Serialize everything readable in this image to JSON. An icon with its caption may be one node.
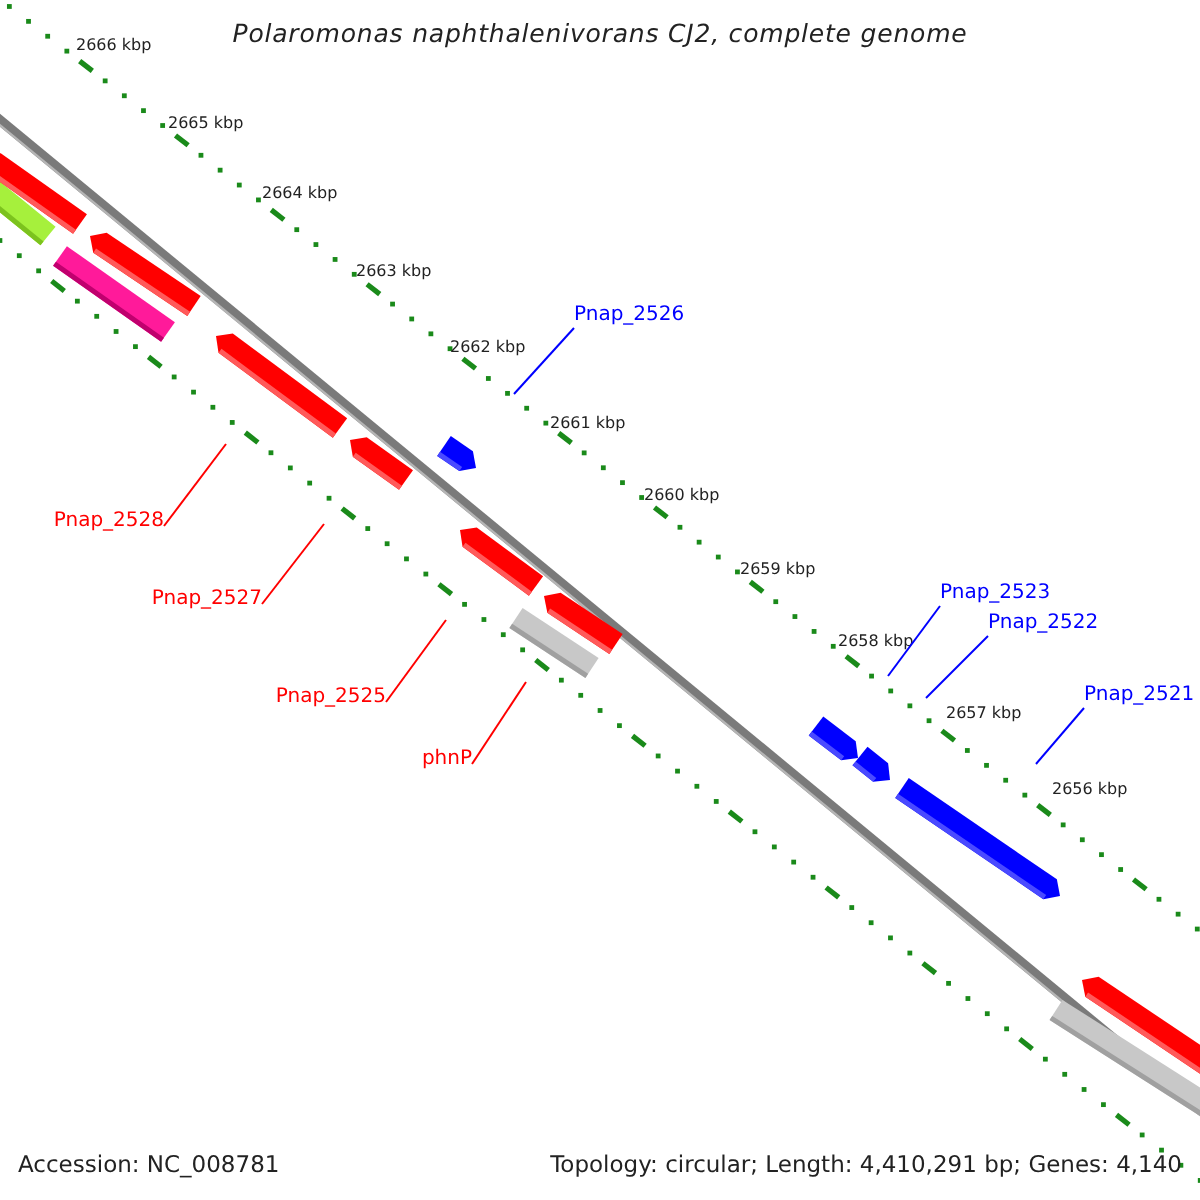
{
  "diagram": {
    "title": "Polaromonas naphthalenivorans CJ2, complete genome",
    "nodes": [
      {
        "text": [
          "Pnap_2526"
        ]
      },
      {
        "text": [
          "Pnap_2528"
        ]
      },
      {
        "text": [
          "Pnap_2523"
        ]
      },
      {
        "text": [
          "Pnap_2527"
        ]
      },
      {
        "text": [
          "Pnap_2522"
        ]
      },
      {
        "text": [
          "Pnap_2521"
        ]
      },
      {
        "text": [
          "Pnap_2525"
        ]
      },
      {
        "text": [
          "phnP"
        ]
      }
    ],
    "edges": [
      {
        "from": 0,
        "to": null,
        "arrow": "none",
        "color": "#0000ff"
      },
      {
        "from": 1,
        "to": null,
        "arrow": "none",
        "color": "#ff0000"
      },
      {
        "from": 2,
        "to": null,
        "arrow": "none",
        "color": "#0000ff"
      },
      {
        "from": 3,
        "to": null,
        "arrow": "none",
        "color": "#ff0000"
      },
      {
        "from": 4,
        "to": null,
        "arrow": "none",
        "color": "#0000ff"
      },
      {
        "from": 5,
        "to": null,
        "arrow": "none",
        "color": "#0000ff"
      },
      {
        "from": 6,
        "to": null,
        "arrow": "none",
        "color": "#ff0000"
      },
      {
        "from": 7,
        "to": null,
        "arrow": "none",
        "color": "#ff0000"
      }
    ],
    "labels": [
      "2666 kbp",
      "2665 kbp",
      "2664 kbp",
      "2663 kbp",
      "2662 kbp",
      "2661 kbp",
      "2660 kbp",
      "2659 kbp",
      "2658 kbp",
      "2657 kbp",
      "2656 kbp",
      "Accession: NC_008781",
      "Topology: circular; Length: 4,410,291 bp; Genes: 4,140"
    ]
  }
}
